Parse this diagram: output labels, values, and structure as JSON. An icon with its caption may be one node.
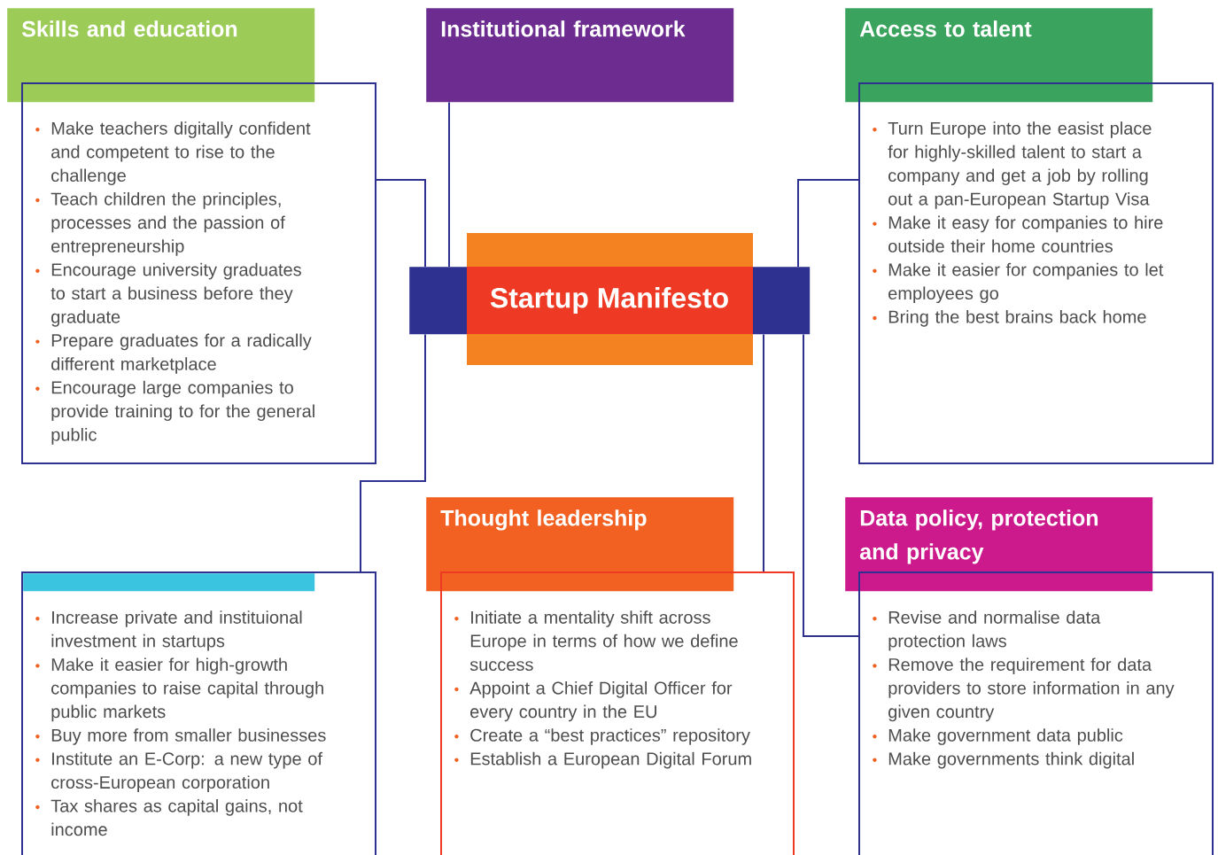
{
  "diagram": {
    "nodes": [
      {
        "text": [
          "Skills and education"
        ]
      },
      {
        "text": [
          "Make teachers digitally confident and competent to rise to the challenge",
          "Teach children the principles, processes and the passion of entrepreneurship",
          "Encourage university graduates to start a business before they graduate",
          "Prepare graduates for a radically different marketplace",
          "Encourage large companies to provide training to for the general public"
        ]
      },
      {
        "text": [
          "Institutional framework"
        ]
      },
      {
        "text": [
          "Access to talent"
        ]
      },
      {
        "text": [
          "Turn Europe into the easist place for highly-skilled talent to start a company and get a job by rolling out a pan-European Startup Visa",
          "Make it easy for companies to hire outside their home countries",
          "Make it easier for companies to let employees go",
          "Bring the best brains back home"
        ]
      },
      {
        "text": [
          "Startup Manifesto"
        ]
      },
      {
        "text": [],
        "shape": "bar",
        "in": 7
      },
      {
        "text": [
          "Increase private and instituional investment in startups",
          "Make it easier for high-growth companies to raise capital through public markets",
          "Buy more from smaller businesses",
          "Institute an E-Corp: a new type of cross-European corporation",
          "Tax shares as capital gains, not income"
        ]
      },
      {
        "text": [
          "Thought leadership"
        ]
      },
      {
        "text": [
          "Initiate a mentality shift across Europe in terms of how we define success",
          "Appoint a Chief Digital Officer for every country in the EU",
          "Create a “best practices” repository",
          "Establish a European Digital Forum"
        ]
      },
      {
        "text": [
          "Data policy, protection and privacy"
        ]
      },
      {
        "text": [
          "Revise and normalise data protection laws",
          "Remove the requirement for data providers to store information in any given country",
          "Make government data public",
          "Make governments think digital"
        ]
      }
    ],
    "edges": [
      {
        "from": 5,
        "to": 1,
        "arrow": "none"
      },
      {
        "from": 5,
        "to": 2,
        "arrow": "none"
      },
      {
        "from": 5,
        "to": 4,
        "arrow": "none"
      },
      {
        "from": 5,
        "to": 7,
        "arrow": "none"
      },
      {
        "from": 5,
        "to": 9,
        "arrow": "none"
      },
      {
        "from": 5,
        "to": 11,
        "arrow": "none"
      }
    ]
  }
}
